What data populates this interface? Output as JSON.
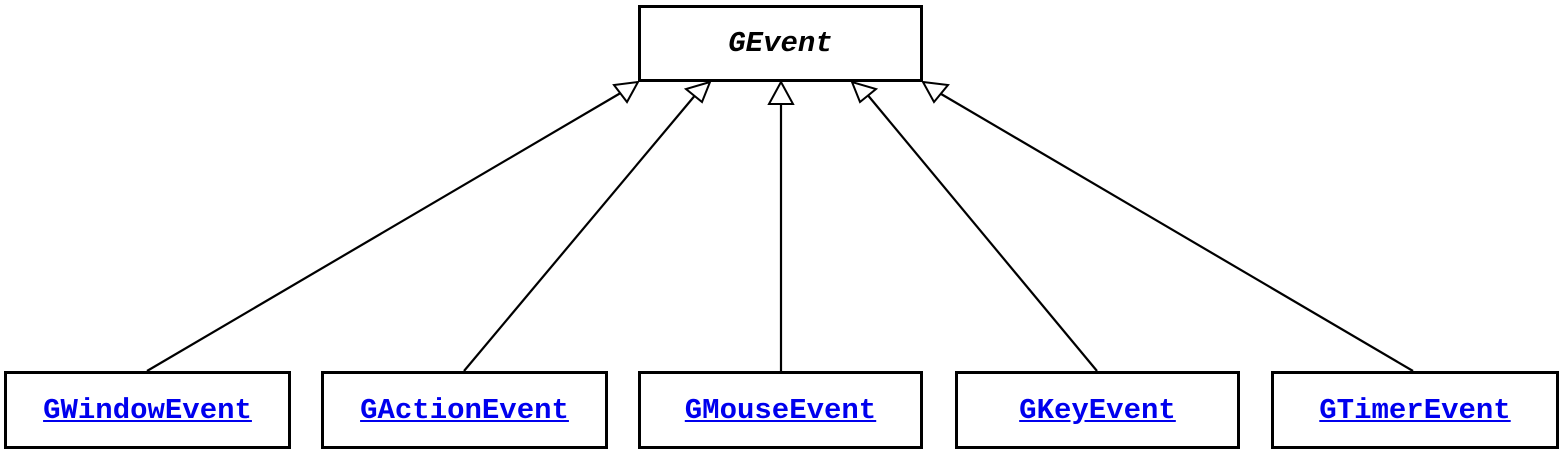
{
  "diagram": {
    "parent": {
      "label": "GEvent"
    },
    "children": [
      {
        "label": "GWindowEvent"
      },
      {
        "label": "GActionEvent"
      },
      {
        "label": "GMouseEvent"
      },
      {
        "label": "GKeyEvent"
      },
      {
        "label": "GTimerEvent"
      }
    ],
    "colors": {
      "link": "#0000ee",
      "stroke": "#000000",
      "background": "#ffffff"
    }
  }
}
